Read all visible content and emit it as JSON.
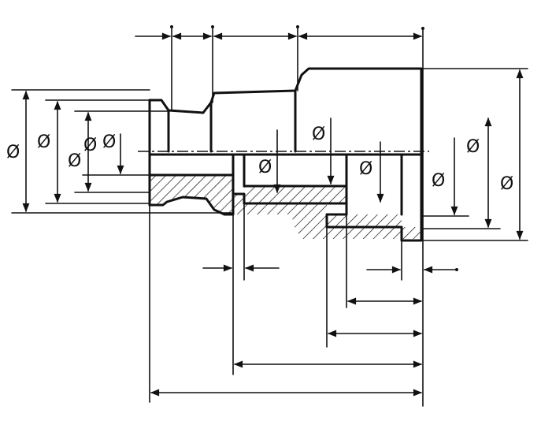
{
  "diameter_symbol": "Ø",
  "colors": {
    "ink": "#111111",
    "paper": "#ffffff"
  },
  "diameter_labels": [
    {
      "id": "left-outer"
    },
    {
      "id": "left-second"
    },
    {
      "id": "left-third"
    },
    {
      "id": "left-fourth"
    },
    {
      "id": "left-inner"
    },
    {
      "id": "center-a"
    },
    {
      "id": "center-b"
    },
    {
      "id": "right-inner"
    },
    {
      "id": "right-second"
    },
    {
      "id": "right-third"
    },
    {
      "id": "right-outer"
    }
  ]
}
